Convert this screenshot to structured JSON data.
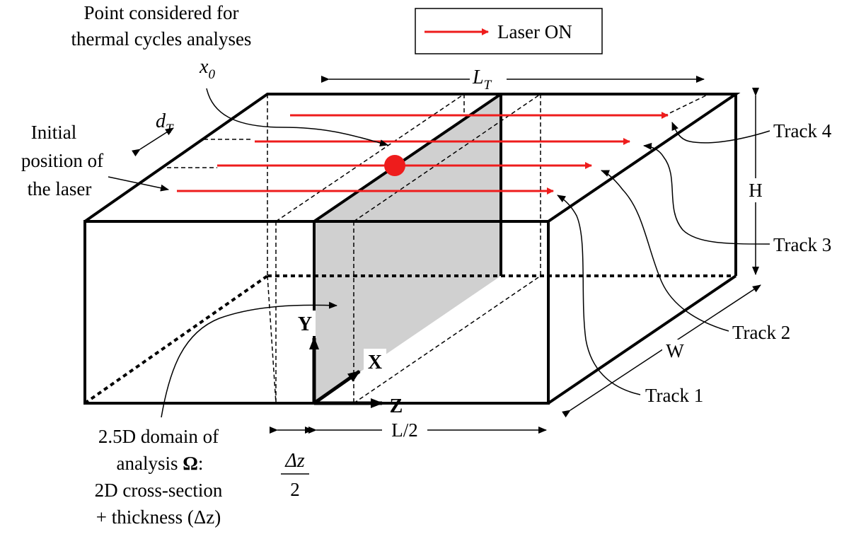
{
  "legend": {
    "label": "Laser ON"
  },
  "labels": {
    "point_line1": "Point considered for",
    "point_line2": "thermal cycles analyses",
    "x0_var": "x",
    "x0_sub": "0",
    "lt_var": "L",
    "lt_sub": "T",
    "dt_var": "d",
    "dt_sub": "T",
    "initial_line1": "Initial",
    "initial_line2": "position of",
    "initial_line3": "the laser",
    "track4": "Track 4",
    "track3": "Track 3",
    "track2": "Track 2",
    "track1": "Track 1",
    "H": "H",
    "W": "W",
    "axis_y": "Y",
    "axis_x": "X",
    "axis_z": "Z",
    "half_length": "L/2",
    "dz_num": "Δz",
    "dz_den": "2",
    "domain_line1": "2.5D domain of",
    "domain_line2_pre": "analysis ",
    "domain_line2_omega": "Ω",
    "domain_line2_post": ":",
    "domain_line3": "2D cross-section",
    "domain_line4": "+ thickness (Δz)"
  },
  "colors": {
    "laser": "#ee1c1c",
    "section": "#d0d0d0",
    "stroke": "#000000"
  }
}
